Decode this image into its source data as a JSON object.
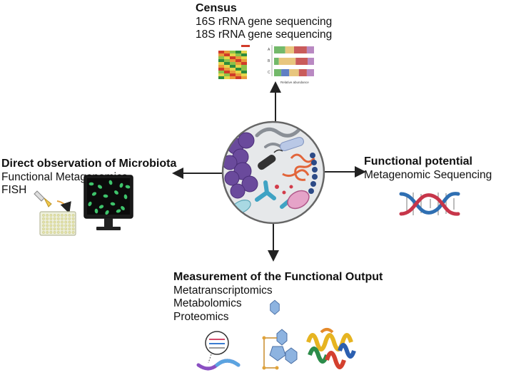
{
  "census": {
    "title": "Census",
    "lines": [
      "16S rRNA gene sequencing",
      "18S rRNA gene sequencing"
    ],
    "bar_chart": {
      "categories": [
        "A",
        "B",
        "C"
      ],
      "axis_label": "Relative abundance",
      "segment_colors": [
        "#73b96a",
        "#e8c67e",
        "#c95b5b",
        "#b989c2",
        "#5f7fc4"
      ]
    },
    "heatmap_colors": [
      "#2e8b3c",
      "#8cc24a",
      "#e5d64a",
      "#e89a3a",
      "#d13b2a"
    ]
  },
  "direct": {
    "title": "Direct observation of Microbiota",
    "lines": [
      "Functional Metagenomics",
      "FISH"
    ]
  },
  "functional_potential": {
    "title": "Functional potential",
    "lines": [
      "Metagenomic Sequencing"
    ],
    "dna_colors": [
      "#c7364a",
      "#2f6fb2"
    ]
  },
  "output": {
    "title": "Measurement of the Functional Output",
    "lines": [
      "Metatranscriptomics",
      "Metabolomics",
      "Proteomics"
    ]
  },
  "center": {
    "microbes_icon": "microbial-community-icon"
  },
  "colors": {
    "arrow": "#222222",
    "circle_border": "#666666",
    "circle_fill": "#e6e8ea"
  }
}
